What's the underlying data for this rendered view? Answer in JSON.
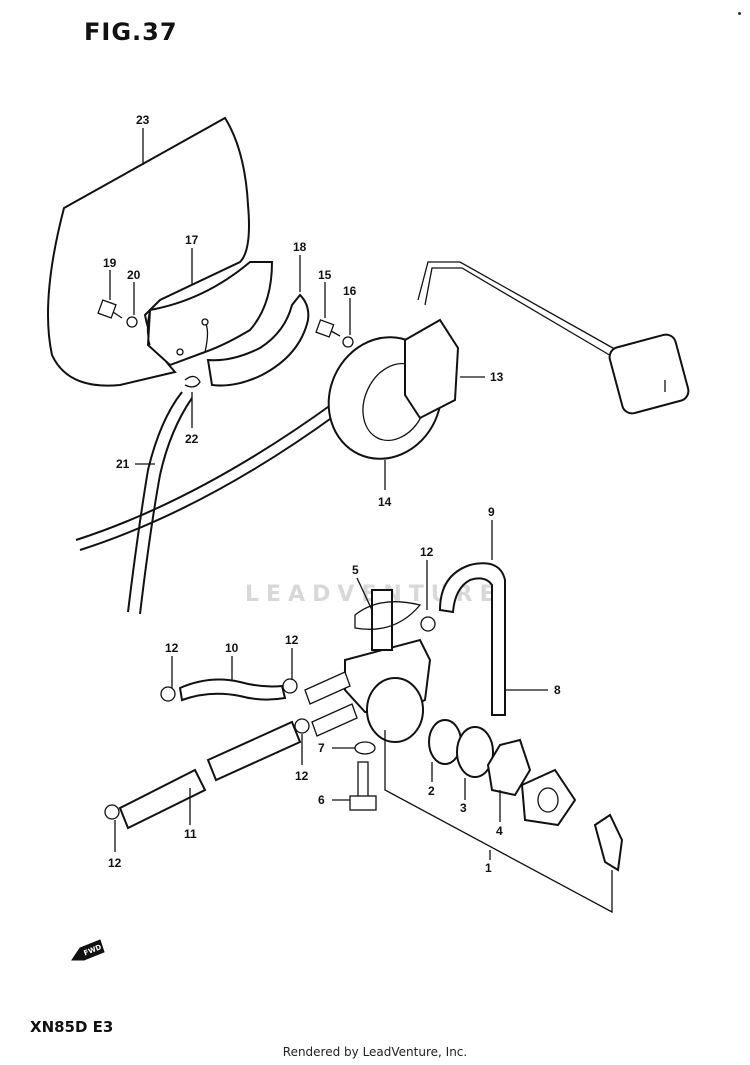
{
  "figure": {
    "title": "FIG.37"
  },
  "model_code": "XN85D E3",
  "footer": "Rendered by LeadVenture, Inc.",
  "watermark": "LEADVENTURE",
  "fwd_label": "FWD",
  "callouts": {
    "c1": "1",
    "c2": "2",
    "c3": "3",
    "c4": "4",
    "c5": "5",
    "c6": "6",
    "c7": "7",
    "c8": "8",
    "c9": "9",
    "c10": "10",
    "c11": "11",
    "c12a": "12",
    "c12b": "12",
    "c12c": "12",
    "c12d": "12",
    "c12e": "12",
    "c13": "13",
    "c14": "14",
    "c15": "15",
    "c16": "16",
    "c17": "17",
    "c18": "18",
    "c19": "19",
    "c20": "20",
    "c21": "21",
    "c22": "22",
    "c23": "23"
  }
}
